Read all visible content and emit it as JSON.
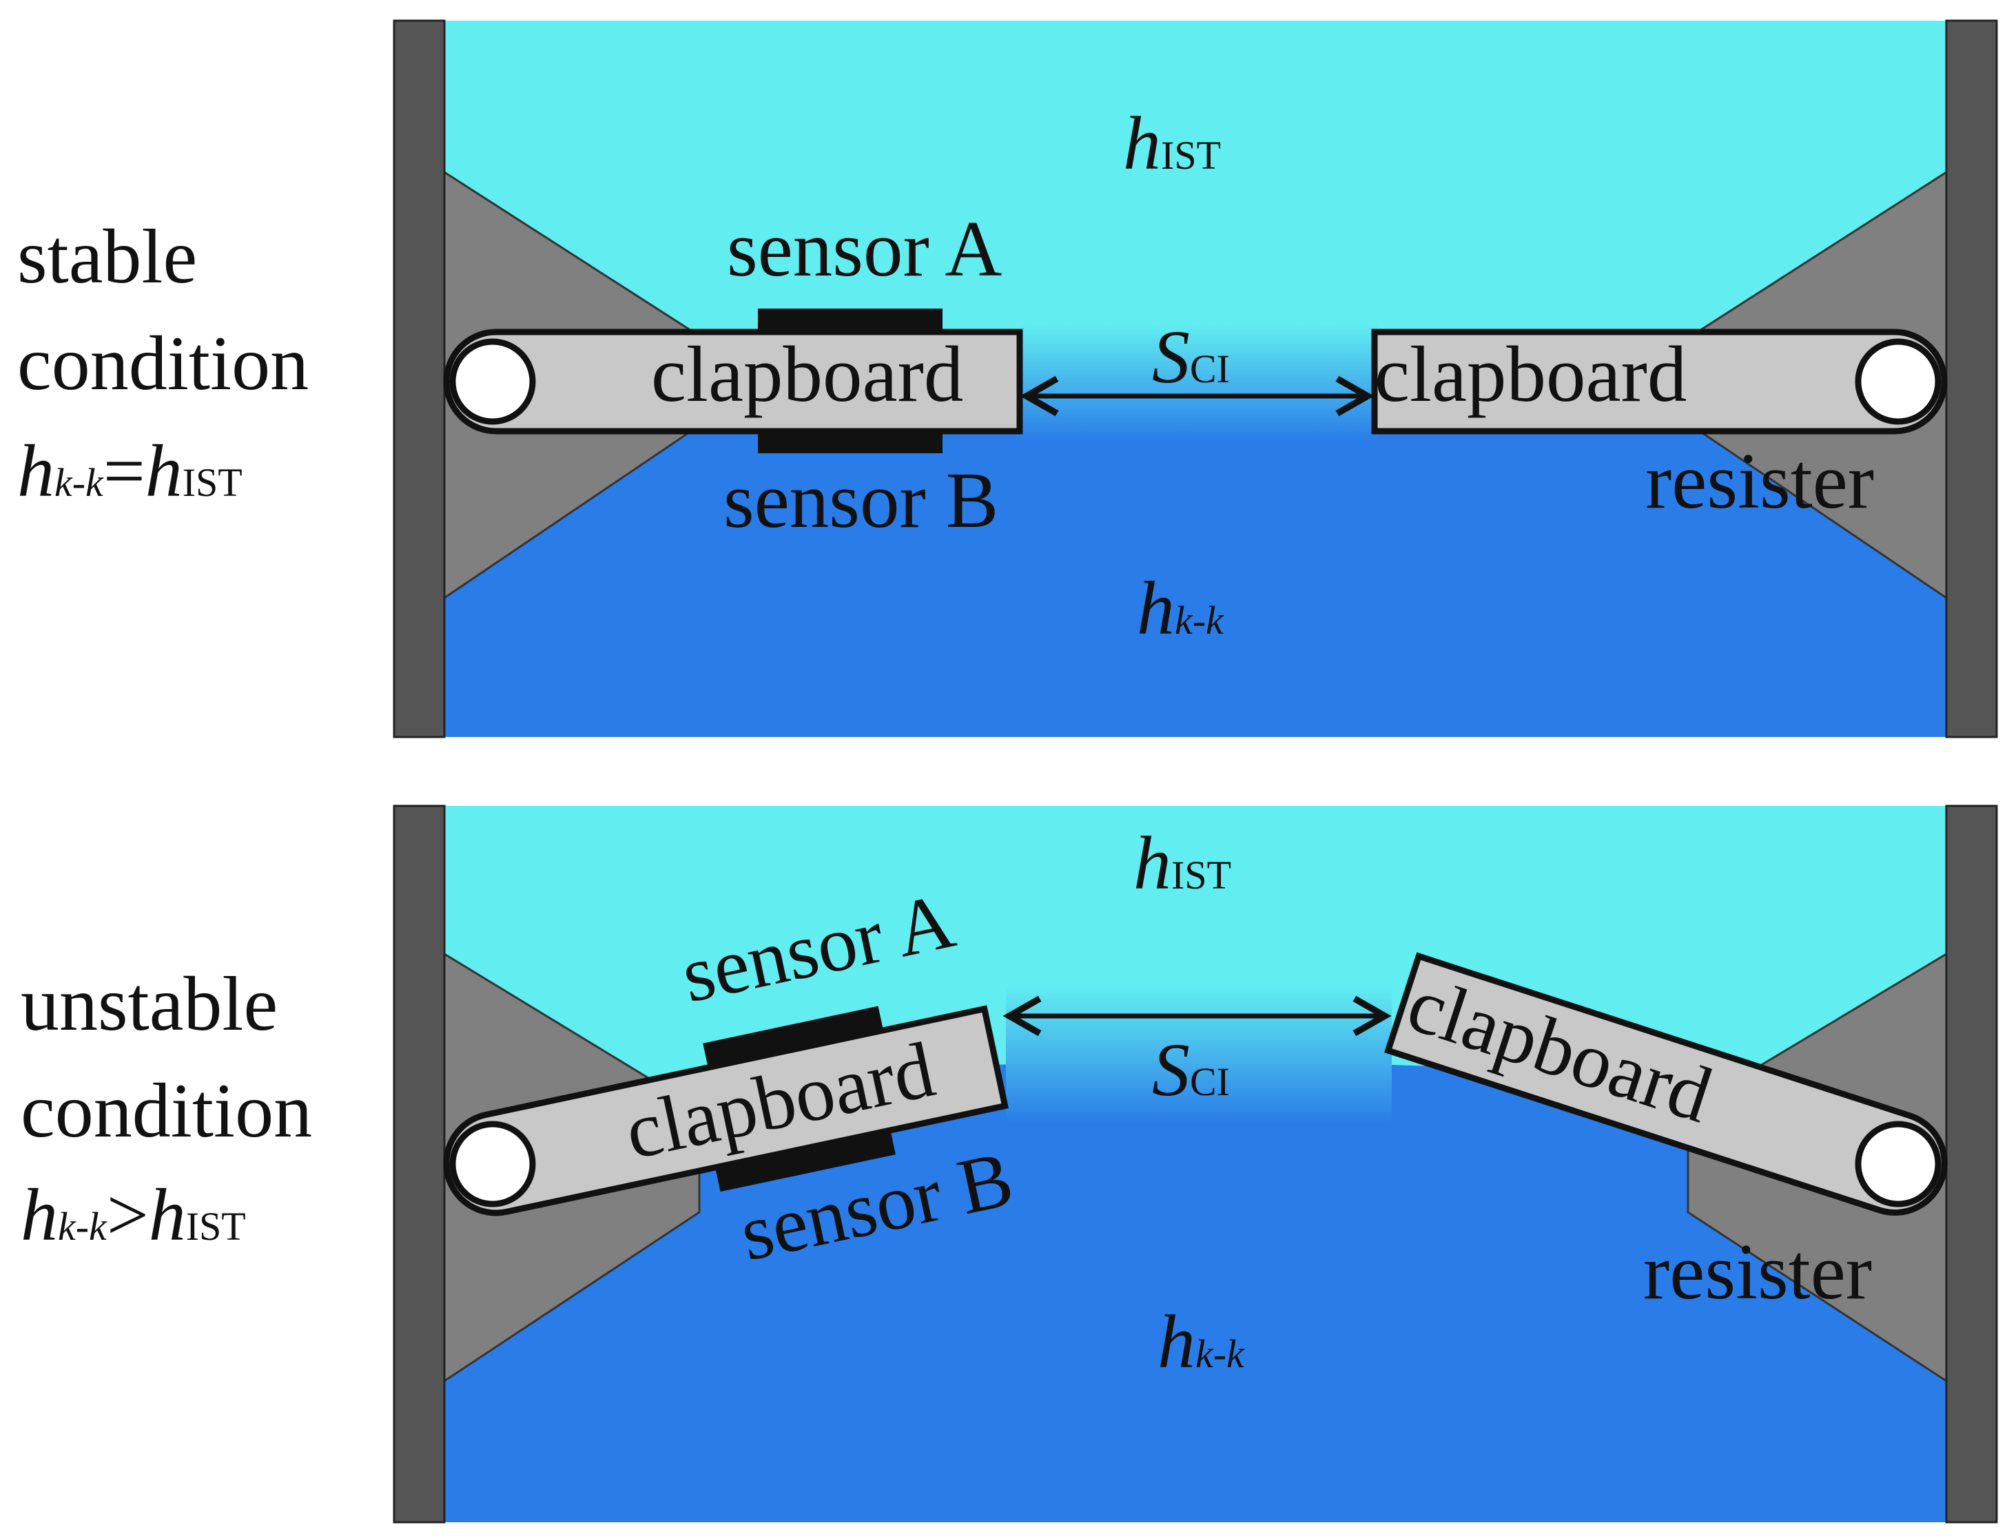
{
  "panels": [
    {
      "condition_line1": "stable",
      "condition_line2": "condition",
      "relation": {
        "lhs": "h",
        "lhs_sub": "k-k",
        "op": "=",
        "rhs": "h",
        "rhs_sub": "IST"
      },
      "upper_water": {
        "symbol": "h",
        "sub": "IST"
      },
      "lower_water": {
        "symbol": "h",
        "sub": "k-k"
      },
      "gap": {
        "symbol": "S",
        "sub": "CI"
      },
      "sensor_top": "sensor A",
      "sensor_bottom": "sensor B",
      "left_plate": "clapboard",
      "right_plate": "clapboard",
      "resister": "resister"
    },
    {
      "condition_line1": "unstable",
      "condition_line2": "condition",
      "relation": {
        "lhs": "h",
        "lhs_sub": "k-k",
        "op": ">",
        "rhs": "h",
        "rhs_sub": "IST"
      },
      "upper_water": {
        "symbol": "h",
        "sub": "IST"
      },
      "lower_water": {
        "symbol": "h",
        "sub": "k-k"
      },
      "gap": {
        "symbol": "S",
        "sub": "CI"
      },
      "sensor_top": "sensor A",
      "sensor_bottom": "sensor B",
      "left_plate": "clapboard",
      "right_plate": "clapboard",
      "resister": "resister"
    }
  ],
  "colors": {
    "upper_water": "#62EEF0",
    "lower_water": "#2A7DE8",
    "wall": "#555555",
    "resister": "#808080",
    "clapboard": "#C8C8C8",
    "sensor": "#111111"
  }
}
